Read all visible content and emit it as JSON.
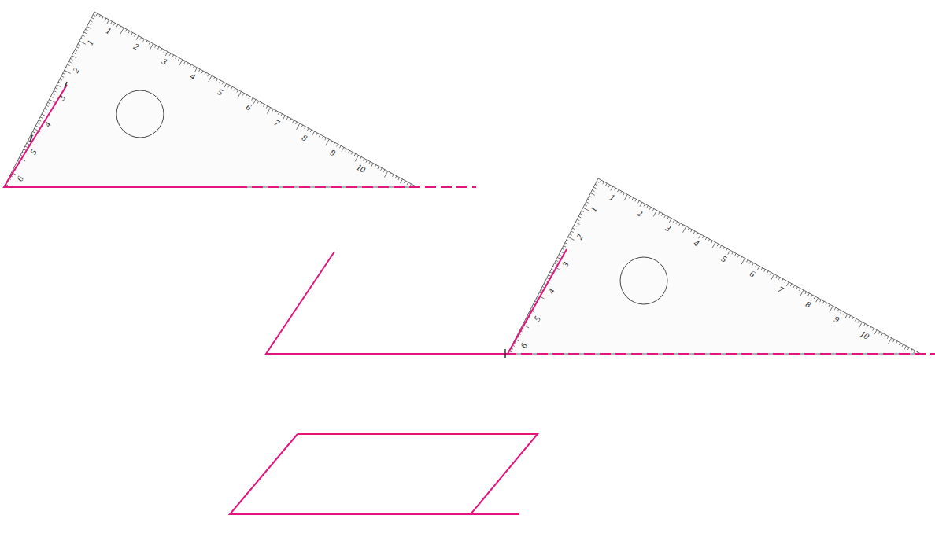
{
  "diagram": {
    "labels": [
      "1",
      "2",
      "3",
      "4",
      "5",
      "6",
      "7",
      "8",
      "9",
      "10",
      "1",
      "2",
      "3",
      "4",
      "5",
      "6",
      "1",
      "2",
      "3",
      "4",
      "5",
      "6",
      "7",
      "8",
      "9",
      "10",
      "1",
      "2",
      "3",
      "4",
      "5",
      "6"
    ]
  }
}
